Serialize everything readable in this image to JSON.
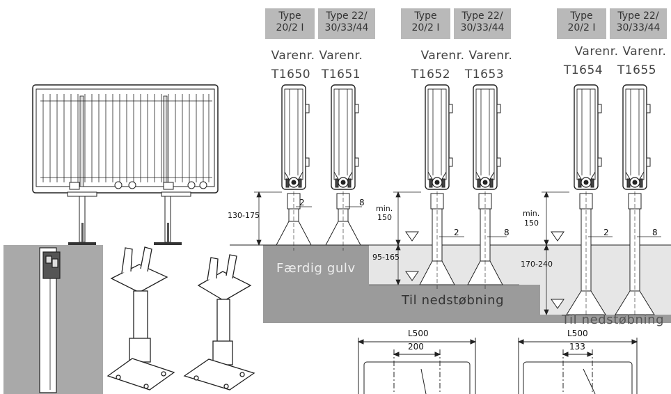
{
  "type_labels": {
    "type_a": [
      "Type",
      "20/2 I"
    ],
    "type_b": [
      "Type 22/",
      "30/33/44"
    ]
  },
  "groups": [
    {
      "varenr_label": "Varenr. Varenr.",
      "left_code": "T1650",
      "right_code": "T1651",
      "height_range": "130-175",
      "dim_left": "2",
      "dim_right": "8"
    },
    {
      "varenr_label": "Varenr. Varenr.",
      "left_code": "T1652",
      "right_code": "T1653",
      "height_range": "95-165",
      "min_label": "min.",
      "min_value": "150",
      "dim_left": "2",
      "dim_right": "8"
    },
    {
      "varenr_label": "Varenr. Varenr.",
      "left_code": "T1654",
      "right_code": "T1655",
      "height_range": "170-240",
      "min_label": "min.",
      "min_value": "150",
      "dim_left": "2",
      "dim_right": "8"
    }
  ],
  "floor_labels": {
    "finished_floor": "Færdig gulv",
    "cast_in_1": "Til nedstøbning",
    "cast_in_2": "Til nedstøbning"
  },
  "plan_views": [
    {
      "outer": "L500",
      "inner": "200"
    },
    {
      "outer": "L500",
      "inner": "133"
    }
  ]
}
